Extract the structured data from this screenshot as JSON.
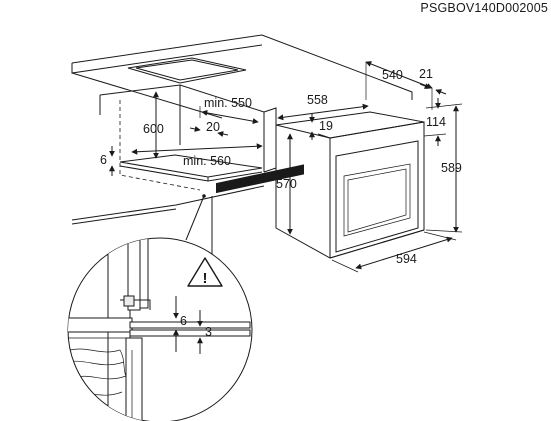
{
  "product_code": "PSGBOV140D002005",
  "niche": {
    "height": "600",
    "min_depth": "min. 550",
    "gap": "20",
    "min_width": "min. 560",
    "left_offset": "6"
  },
  "oven": {
    "depth": "558",
    "total_depth": "540",
    "front_thickness": "21",
    "top_offset": "19",
    "panel_height": "114",
    "body_height": "570",
    "total_height": "589",
    "width": "594"
  },
  "detail": {
    "gap_top": "6",
    "gap_bottom": "3",
    "warning_symbol": "!"
  }
}
